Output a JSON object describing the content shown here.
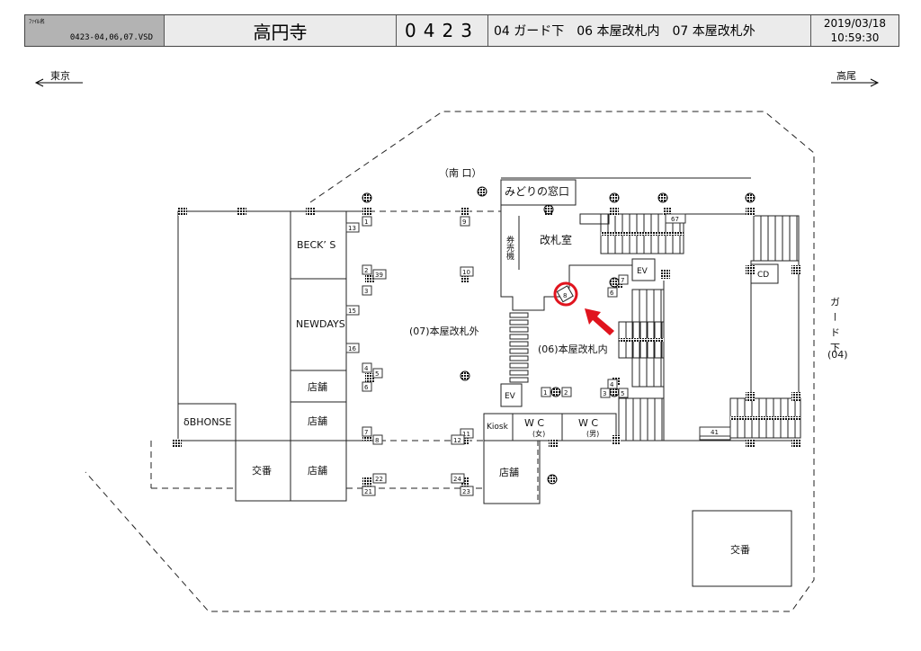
{
  "header": {
    "file_label": "ﾌｧｲﾙ名",
    "file_name": "0423-04,06,07.VSD",
    "station_name": "高円寺",
    "station_code": "0423",
    "areas": "04 ガード下　06 本屋改札内　07 本屋改札外",
    "date": "2019/03/18",
    "time": "10:59:30"
  },
  "directions": {
    "left": "東京",
    "right": "高尾"
  },
  "labels": {
    "south_exit": "（南 口）",
    "midori": "みどりの窓口",
    "ticket_machine": "券売機",
    "gate_room": "改札室",
    "outside_gate": "(07)本屋改札外",
    "inside_gate": "(06)本屋改札内",
    "ev1": "EV",
    "ev2": "EV",
    "cd": "CD",
    "guard_under": "ガード下",
    "guard_code": "(04)",
    "becks": "BECK’ S",
    "newdays": "NEWDAYS",
    "shop1": "店舗",
    "shop2": "店舗",
    "shop3": "店舗",
    "shop4": "店舗",
    "bhonse": "δBHONSE",
    "koban1": "交番",
    "koban2": "交番",
    "kiosk": "Kiosk",
    "wc_f": "W C",
    "wc_f_sub": "(女)",
    "wc_m": "W C",
    "wc_m_sub": "(男)"
  },
  "tags": [
    "1",
    "13",
    "2",
    "3",
    "39",
    "15",
    "16",
    "4",
    "5",
    "6",
    "7",
    "8",
    "21",
    "22",
    "9",
    "10",
    "11",
    "12",
    "24",
    "23",
    "67",
    "7",
    "6",
    "8",
    "1",
    "2",
    "4",
    "3",
    "5",
    "41"
  ],
  "marker": {
    "highlight_color": "#e0141e",
    "highlighted_tag": "8"
  }
}
